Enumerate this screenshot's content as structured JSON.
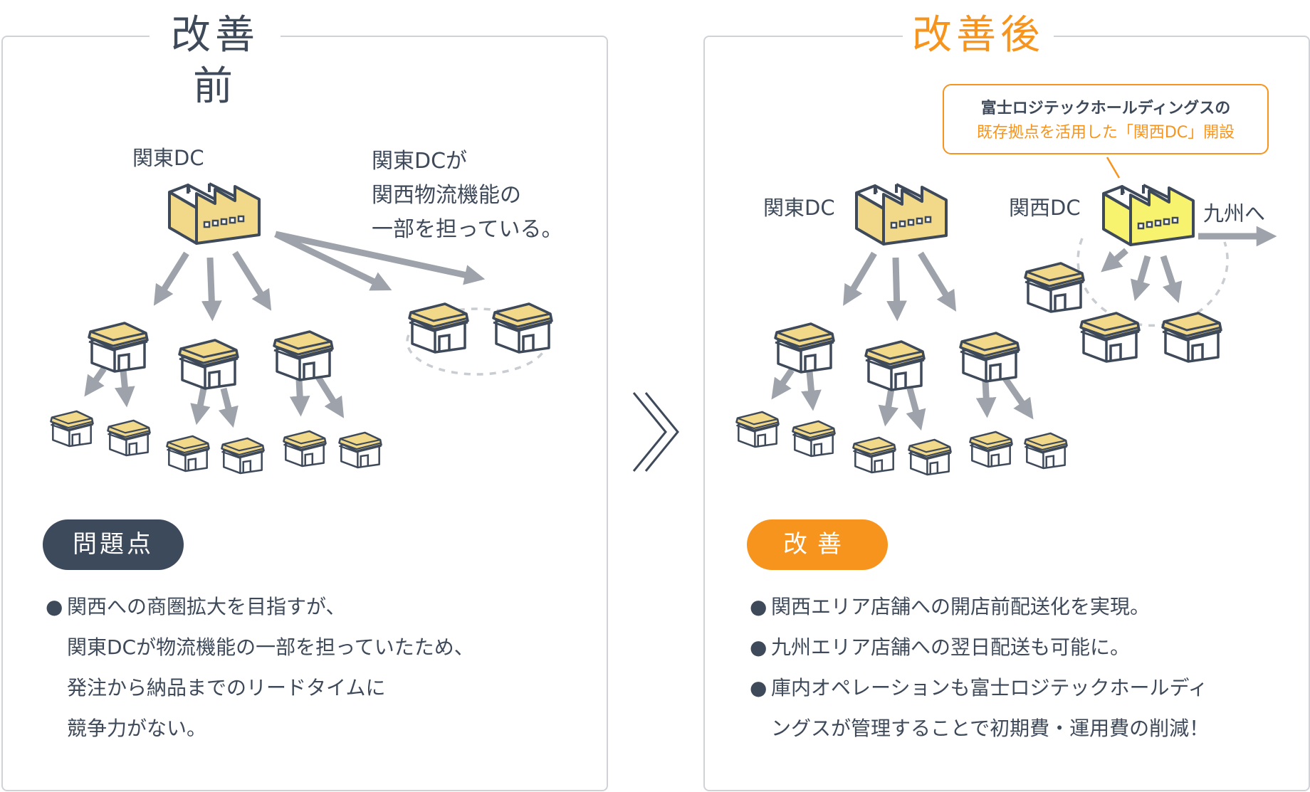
{
  "before": {
    "title": "改善前",
    "dc_label": "関東DC",
    "note_lines": [
      "関東DCが",
      "関西物流機能の",
      "一部を担っている。"
    ],
    "badge": "問題点",
    "bullets": [
      {
        "marker": "●",
        "lines": [
          "関西への商圏拡大を目指すが、",
          "関東DCが物流機能の一部を担っていたため、",
          "発注から納品までのリードタイムに",
          "競争力がない。"
        ]
      }
    ]
  },
  "transition": {
    "icon": "double-chevron-right-icon"
  },
  "after": {
    "title": "改善後",
    "callout": {
      "line1": "富士ロジテックホールディングスの",
      "line2": "既存拠点を活用した「関西DC」開設"
    },
    "kanto_dc_label": "関東DC",
    "kansai_dc_label": "関西DC",
    "kyushu_label": "九州へ",
    "badge": "改善",
    "bullets": [
      {
        "marker": "●",
        "lines": [
          "関西エリア店舗への開店前配送化を実現。"
        ]
      },
      {
        "marker": "●",
        "lines": [
          "九州エリア店舗への翌日配送も可能に。"
        ]
      },
      {
        "marker": "●",
        "lines": [
          "庫内オペレーションも富士ロジテックホールディ",
          "ングスが管理することで初期費・運用費の削減！"
        ]
      }
    ]
  },
  "colors": {
    "text_dark": "#3e4a5a",
    "accent_orange": "#f7941d",
    "building_fill": "#f2d98a",
    "kansai_dc_fill": "#f8f36e",
    "arrow_gray": "#9ea3ab",
    "border_gray": "#cfd3d8"
  }
}
